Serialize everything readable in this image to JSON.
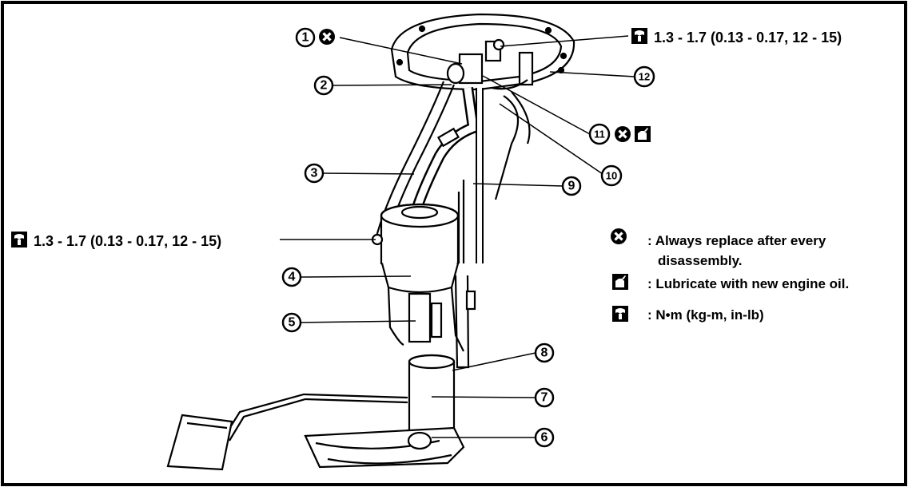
{
  "torque_label": "1.3 - 1.7 (0.13 - 0.17, 12 - 15)",
  "torque_label_left": "1.3 - 1.7 (0.13 - 0.17, 12 - 15)",
  "callouts": [
    "1",
    "2",
    "3",
    "4",
    "5",
    "6",
    "7",
    "8",
    "9",
    "10",
    "11",
    "12"
  ],
  "legend": {
    "replace_line1": ": Always replace after every",
    "replace_line2": "disassembly.",
    "lubricate": ": Lubricate with new engine oil.",
    "units": ":  N•m  (kg-m,  in-lb)"
  },
  "icons": {
    "replace": "x-circle-icon",
    "lubricate": "oil-can-icon",
    "torque": "torque-wrench-icon"
  }
}
